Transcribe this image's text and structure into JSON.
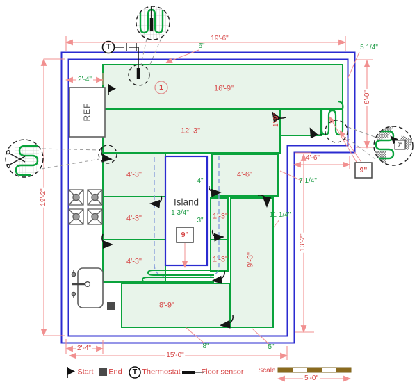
{
  "labels": {
    "regions": {
      "band1": "16'-9\"",
      "band2": "12'-3\"",
      "step": "1'-9\"",
      "strip1": "4'-3\"",
      "strip2": "4'-3\"",
      "strip3": "4'-3\"",
      "right_upper": "4'-6\"",
      "gap1": "1'-3\"",
      "gap2": "1'-3\"",
      "right_tall": "9'-3\"",
      "bottom": "8'-9\""
    },
    "dims_red": {
      "top_width": "19'-6\"",
      "left_height": "19'-2\"",
      "wing_height": "6'-0\"",
      "notch_width": "4'-6\"",
      "stem_height": "13'-2\"",
      "bottom_offset": "2'-4\"",
      "bottom_width": "15'-0\""
    },
    "dims_green": {
      "mat_offset_top": "6\"",
      "corner_gap": "5 1/4\"",
      "left_offset": "2'-4\"",
      "island_top_gap": "4\"",
      "island_left_gap": "1 3/4\"",
      "island_right_gap": "3\"",
      "right_gap_upper": "7 1/4\"",
      "right_gap_lower": "11 1/4\"",
      "bottom_gap_left": "8\"",
      "bottom_gap_right": "5\""
    },
    "callouts": {
      "circuit_number": "1",
      "spacing_right": "9\"",
      "spacing_island": "9\"",
      "spacing_detail": "9\""
    },
    "fixtures": {
      "refrigerator": "REF",
      "island": "Island"
    }
  },
  "legend": {
    "start": "Start",
    "end": "End",
    "thermostat_symbol": "T",
    "thermostat": "Thermostat",
    "floor_sensor": "Floor sensor",
    "scale_label": "Scale",
    "scale_length": "5'-0\""
  },
  "colors": {
    "wall": "#2b2bd0",
    "mat_border": "#0aa33c",
    "mat_fill": "#e8f4ea",
    "dim_line": "#f19090",
    "red_text": "#d64545",
    "green_text": "#1e9c46",
    "scale_bar": "#8a6a1e"
  }
}
